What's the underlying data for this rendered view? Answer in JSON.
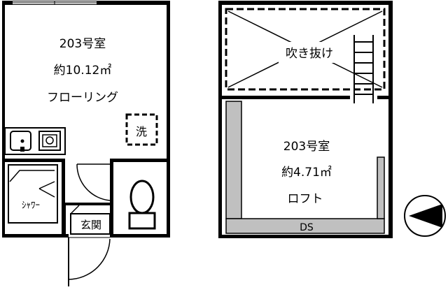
{
  "left_unit": {
    "room_name": "203号室",
    "area": "約10.12㎡",
    "flooring": "フローリング",
    "washer_label": "洗",
    "shower_label": "ｼｬﾜｰ",
    "entrance_label": "玄関"
  },
  "right_unit": {
    "atrium_label": "吹き抜け",
    "room_name": "203号室",
    "area": "約4.71㎡",
    "loft_label": "ロフト",
    "ds_label": "DS"
  },
  "colors": {
    "wall": "#000000",
    "ds_fill": "#c0c0c0",
    "background": "#ffffff"
  },
  "icons": {
    "compass": "north-arrow-pointing-left-icon",
    "sink": "kitchen-sink-icon",
    "stove": "stove-icon",
    "toilet": "toilet-icon",
    "ladder": "ladder-icon"
  }
}
